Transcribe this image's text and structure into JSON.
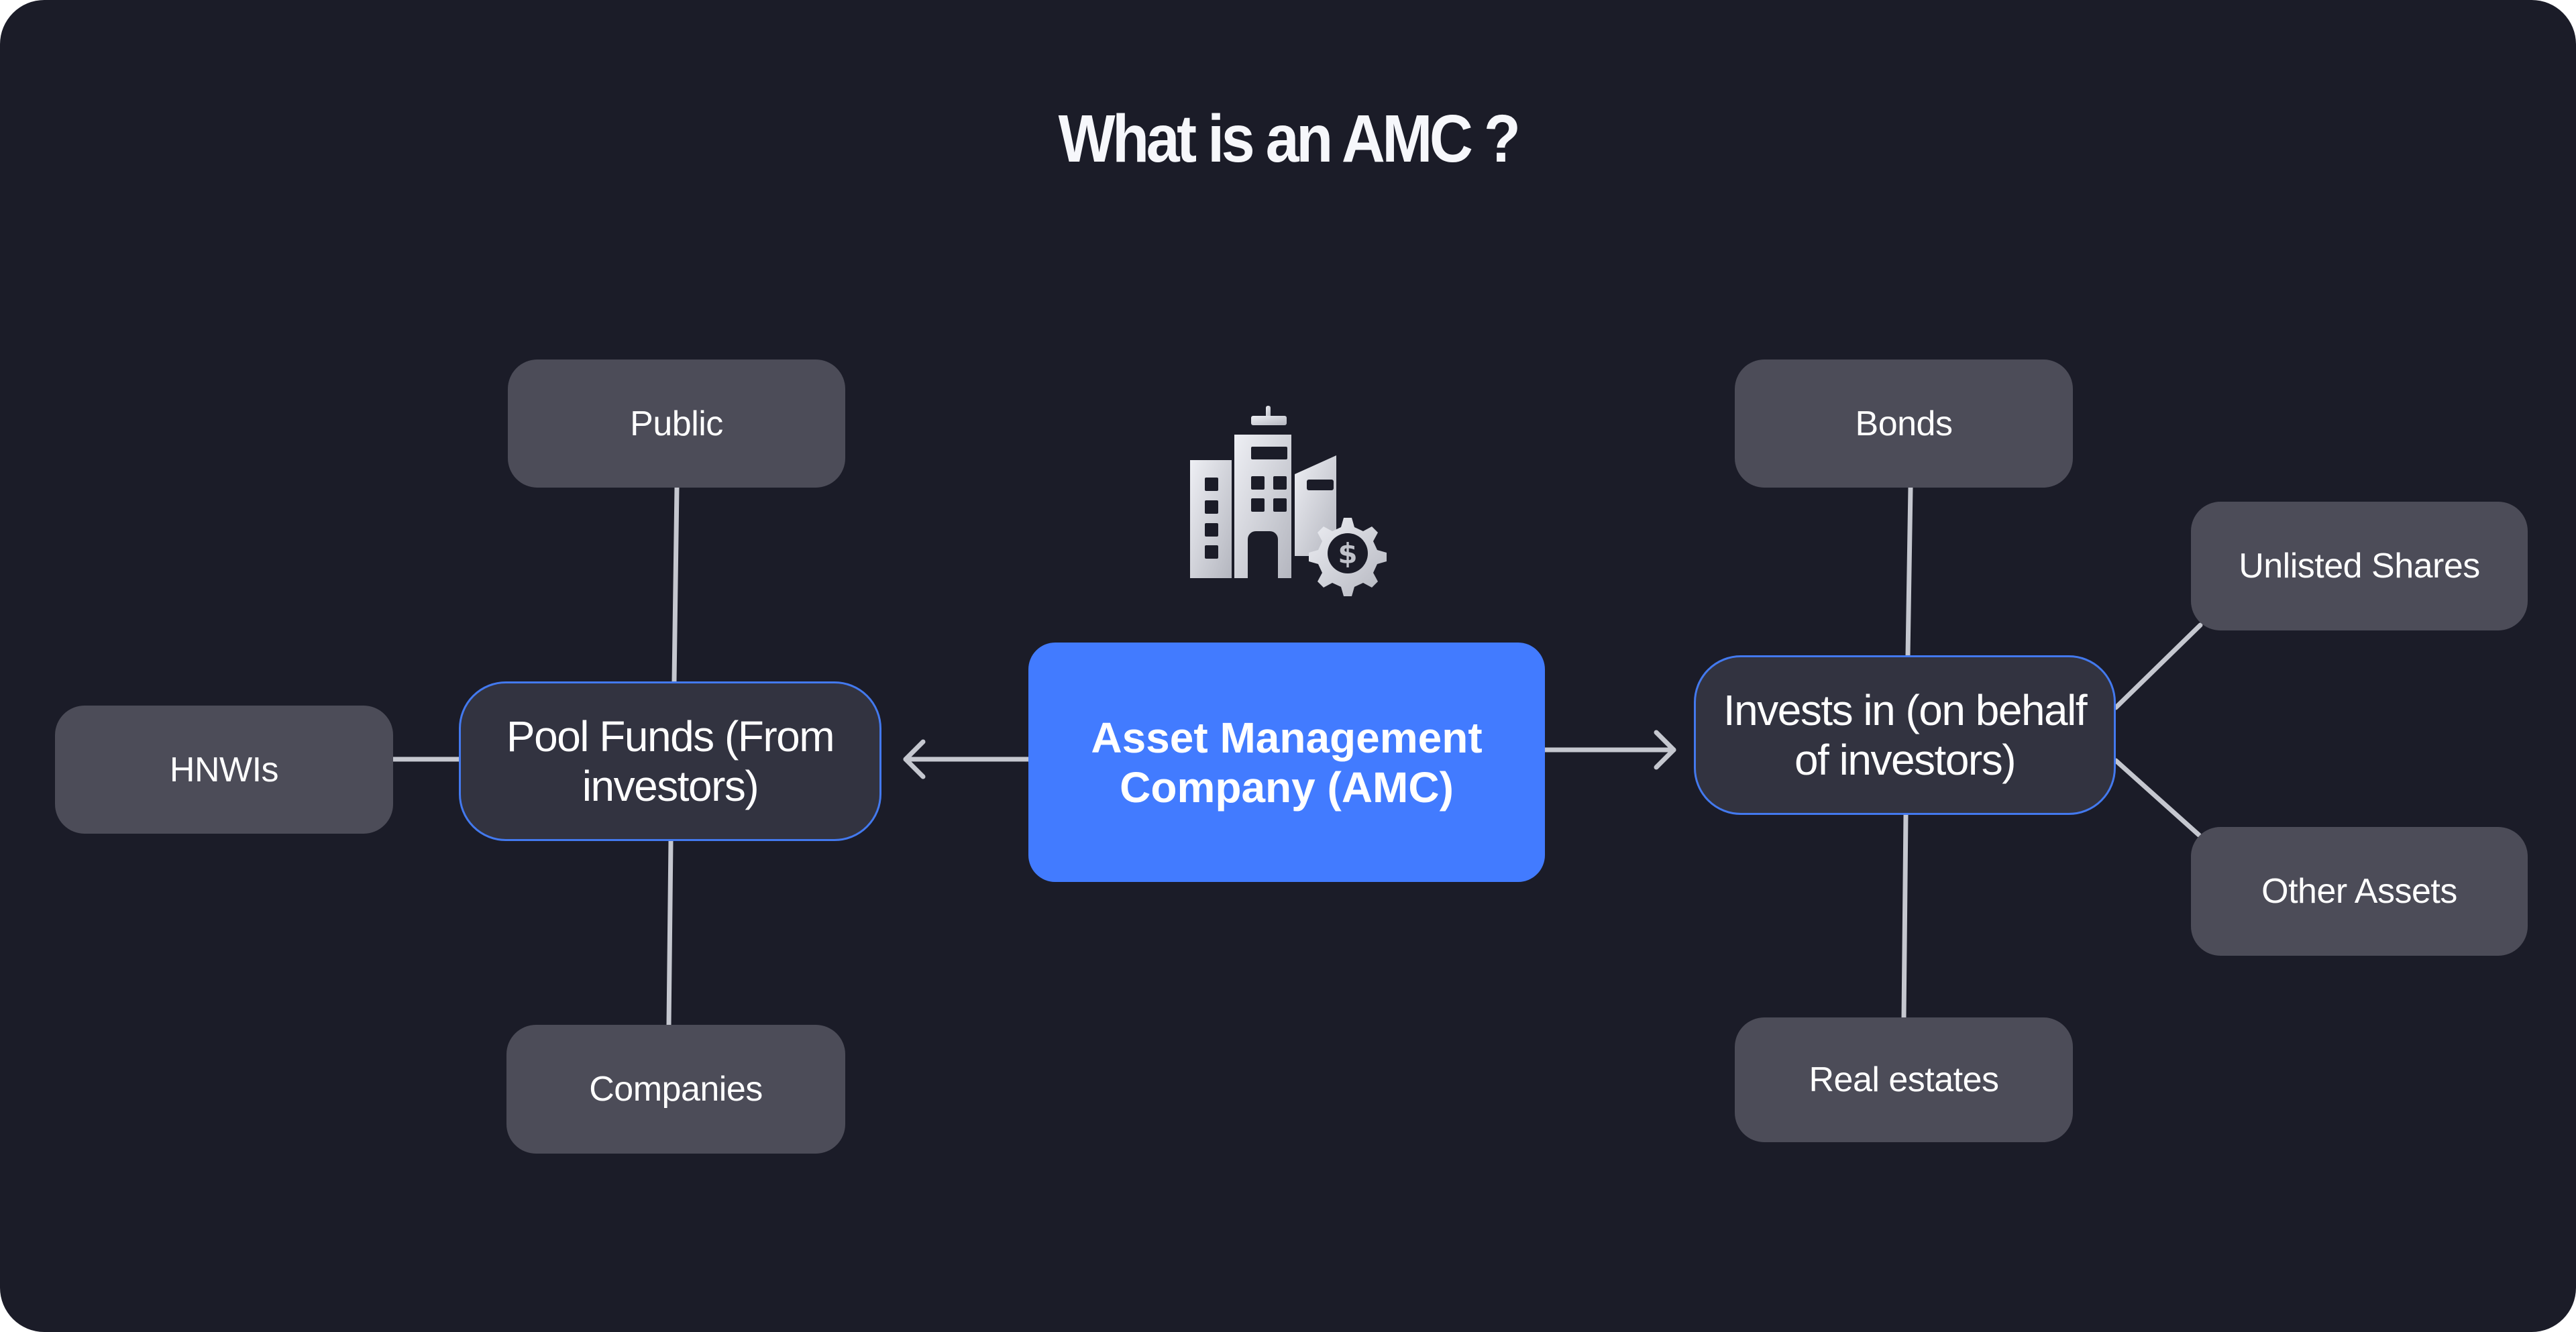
{
  "title": "What is an AMC ?",
  "icon": "building-gear-dollar-icon",
  "center": {
    "label": "Asset Management Company (AMC)"
  },
  "left_hub": {
    "label": "Pool Funds (From investors)",
    "sources": [
      {
        "label": "Public"
      },
      {
        "label": "HNWIs"
      },
      {
        "label": "Companies"
      }
    ]
  },
  "right_hub": {
    "label": "Invests in (on behalf of investors)",
    "targets": [
      {
        "label": "Bonds"
      },
      {
        "label": "Unlisted Shares"
      },
      {
        "label": "Other Assets"
      },
      {
        "label": "Real estates"
      }
    ]
  },
  "colors": {
    "background": "#1b1c28",
    "center_fill": "#427bff",
    "hub_fill": "#323340",
    "hub_border": "#4379ee",
    "leaf_fill": "#4c4c58",
    "connector": "#c5c7cf",
    "text": "#ffffff"
  }
}
